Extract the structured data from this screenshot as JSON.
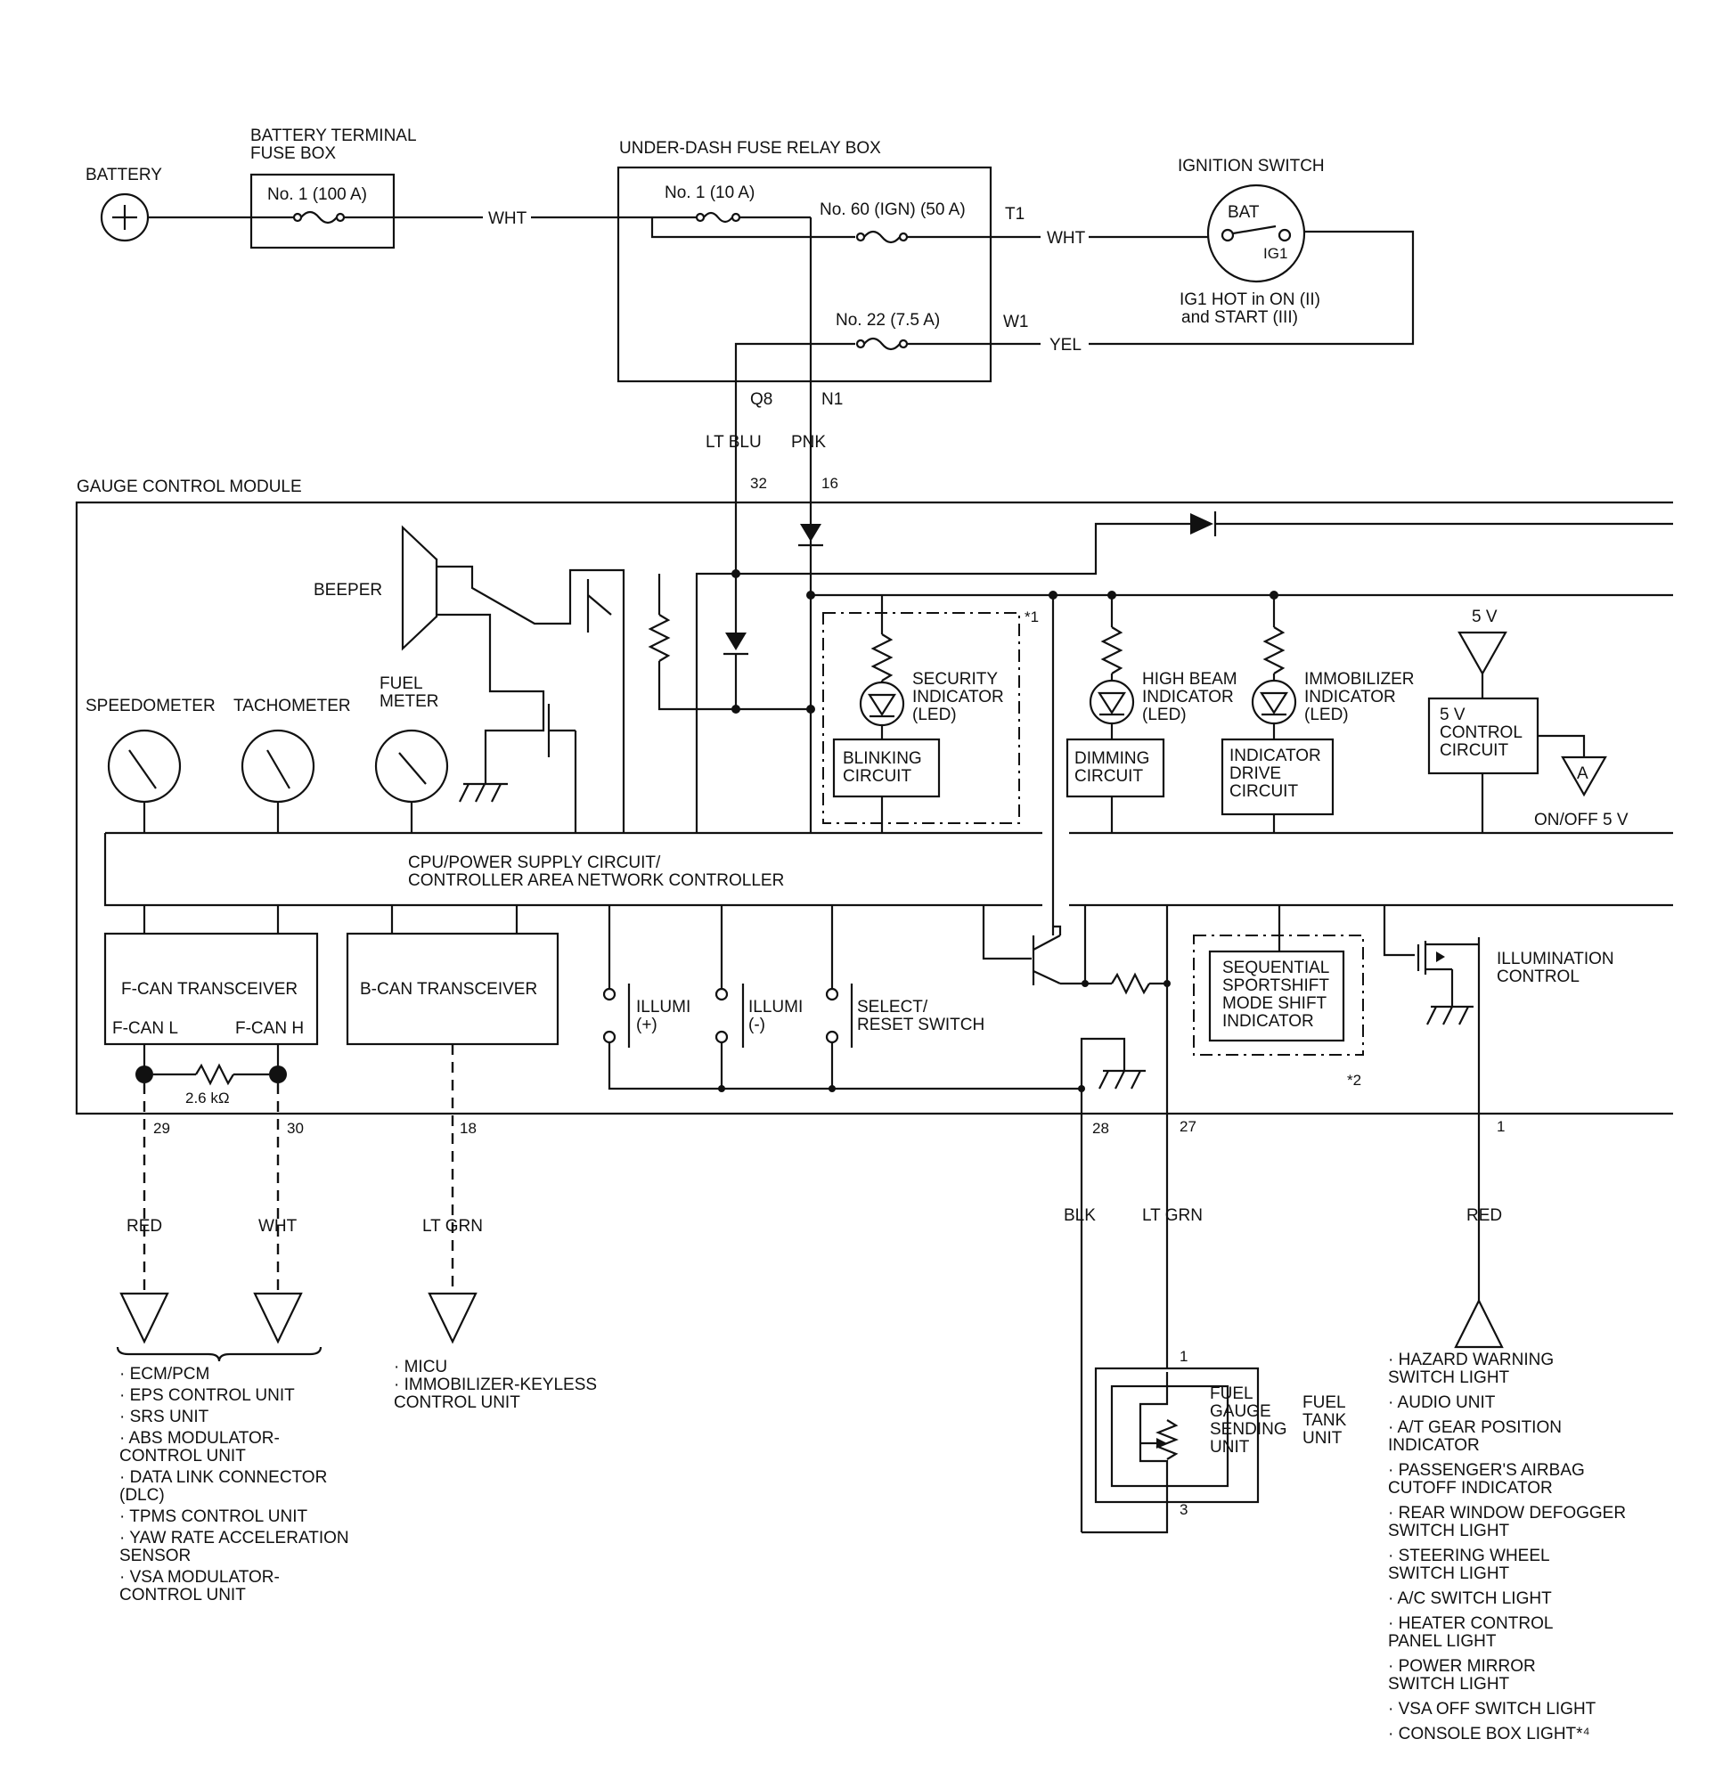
{
  "battery": {
    "label": "BATTERY"
  },
  "battery_fuse_box": {
    "title_line1": "BATTERY TERMINAL",
    "title_line2": "FUSE BOX",
    "fuse": "No. 1 (100 A)"
  },
  "relay_box": {
    "title": "UNDER-DASH FUSE RELAY BOX",
    "fuse1": "No. 1 (10 A)",
    "fuse60": "No. 60 (IGN) (50 A)",
    "fuse22": "No. 22 (7.5 A)",
    "term_t1": "T1",
    "term_w1": "W1",
    "term_q8": "Q8",
    "term_n1": "N1"
  },
  "ignition": {
    "title": "IGNITION SWITCH",
    "bat": "BAT",
    "ig1": "IG1",
    "note_line1": "IG1 HOT in ON (II)",
    "note_line2": "and START (III)"
  },
  "wires": {
    "wht_a": "WHT",
    "wht_b": "WHT",
    "yel": "YEL",
    "lt_blu": "LT BLU",
    "pnk": "PNK",
    "red_a": "RED",
    "wht_c": "WHT",
    "lt_grn_a": "LT GRN",
    "blk": "BLK",
    "lt_grn_b": "LT GRN",
    "red_b": "RED"
  },
  "pins": {
    "p32": "32",
    "p16": "16",
    "p29": "29",
    "p30": "30",
    "p18": "18",
    "p28": "28",
    "p27": "27",
    "p1": "1",
    "tank1": "1",
    "tank3": "3"
  },
  "gcm": {
    "title": "GAUGE CONTROL MODULE",
    "beeper": "BEEPER",
    "speedometer": "SPEEDOMETER",
    "tachometer": "TACHOMETER",
    "fuel_meter_line1": "FUEL",
    "fuel_meter_line2": "METER",
    "security_line1": "SECURITY",
    "security_line2": "INDICATOR",
    "security_line3": "(LED)",
    "blinking_line1": "BLINKING",
    "blinking_line2": "CIRCUIT",
    "note1": "*1",
    "highbeam_line1": "HIGH BEAM",
    "highbeam_line2": "INDICATOR",
    "highbeam_line3": "(LED)",
    "immob_line1": "IMMOBILIZER",
    "immob_line2": "INDICATOR",
    "immob_line3": "(LED)",
    "dimming_line1": "DIMMING",
    "dimming_line2": "CIRCUIT",
    "drive_line1": "INDICATOR",
    "drive_line2": "DRIVE",
    "drive_line3": "CIRCUIT",
    "v5": "5 V",
    "ctrl_line1": "5 V",
    "ctrl_line2": "CONTROL",
    "ctrl_line3": "CIRCUIT",
    "a_label": "A",
    "onoff": "ON/OFF 5 V",
    "cpu_line1": "CPU/POWER SUPPLY CIRCUIT/",
    "cpu_line2": "CONTROLLER AREA NETWORK CONTROLLER",
    "fcan": "F-CAN TRANSCEIVER",
    "fcan_l": "F-CAN L",
    "fcan_h": "F-CAN H",
    "bcan": "B-CAN TRANSCEIVER",
    "resistor": "2.6 kΩ",
    "illumi_plus_line1": "ILLUMI",
    "illumi_plus_line2": "(+)",
    "illumi_minus_line1": "ILLUMI",
    "illumi_minus_line2": "(-)",
    "select_line1": "SELECT/",
    "select_line2": "RESET SWITCH",
    "seq_line1": "SEQUENTIAL",
    "seq_line2": "SPORTSHIFT",
    "seq_line3": "MODE SHIFT",
    "seq_line4": "INDICATOR",
    "note2": "*2",
    "illum_ctrl_line1": "ILLUMINATION",
    "illum_ctrl_line2": "CONTROL"
  },
  "fuel_tank": {
    "sending_line1": "FUEL",
    "sending_line2": "GAUGE",
    "sending_line3": "SENDING",
    "sending_line4": "UNIT",
    "tank_line1": "FUEL",
    "tank_line2": "TANK",
    "tank_line3": "UNIT"
  },
  "fcan_list": [
    "· ECM/PCM",
    "· EPS CONTROL UNIT",
    "· SRS UNIT",
    "· ABS MODULATOR-",
    "CONTROL UNIT",
    "· DATA LINK CONNECTOR",
    "(DLC)",
    "· TPMS CONTROL UNIT",
    "· YAW RATE ACCELERATION",
    "SENSOR",
    "· VSA MODULATOR-",
    "CONTROL UNIT"
  ],
  "bcan_list": [
    "· MICU",
    "· IMMOBILIZER-KEYLESS",
    "CONTROL UNIT"
  ],
  "illum_list": [
    "· HAZARD WARNING",
    "SWITCH LIGHT",
    "· AUDIO UNIT",
    "· A/T GEAR POSITION",
    "INDICATOR",
    "· PASSENGER'S AIRBAG",
    "CUTOFF INDICATOR",
    "· REAR WINDOW DEFOGGER",
    "SWITCH LIGHT",
    "· STEERING WHEEL",
    "SWITCH LIGHT",
    "· A/C SWITCH LIGHT",
    "· HEATER CONTROL",
    "PANEL LIGHT",
    "· POWER MIRROR",
    "SWITCH LIGHT",
    "· VSA OFF SWITCH LIGHT",
    "· CONSOLE BOX LIGHT*⁴"
  ]
}
